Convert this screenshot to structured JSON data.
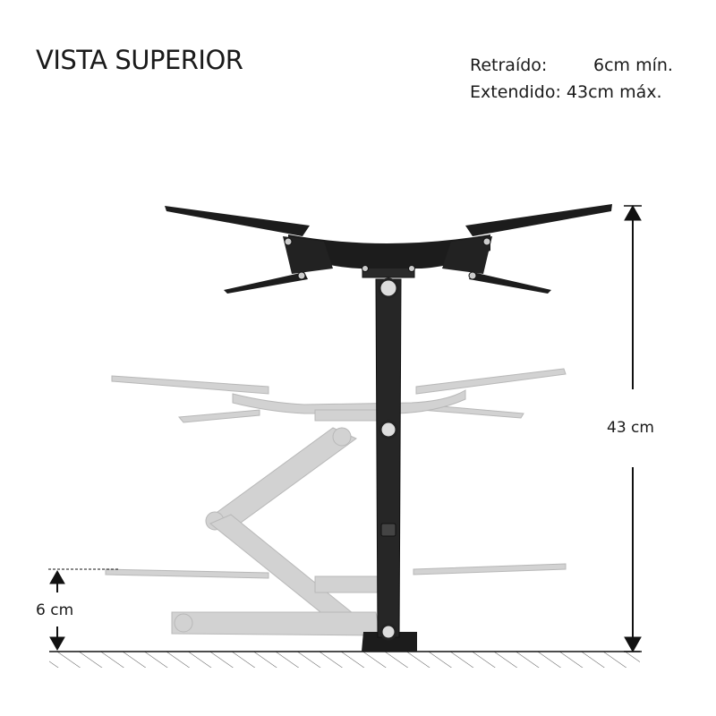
{
  "header": {
    "title": "VISTA SUPERIOR",
    "retracted_label": "Retraído:",
    "retracted_value": "6cm mín.",
    "extended_label": "Extendido:",
    "extended_value": "43cm máx."
  },
  "dimensions": {
    "max_label": "43 cm",
    "min_label": "6 cm"
  },
  "colors": {
    "mount_dark": "#1c1c1c",
    "mount_ghost": "#cfcfcf",
    "ghost_edge": "#b5b5b5",
    "line": "#111111"
  }
}
